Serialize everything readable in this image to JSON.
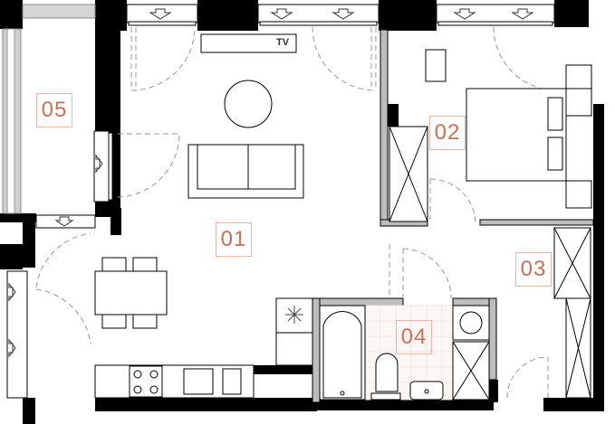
{
  "plan": {
    "rooms": [
      {
        "id": "01",
        "label": "01"
      },
      {
        "id": "02",
        "label": "02"
      },
      {
        "id": "03",
        "label": "03"
      },
      {
        "id": "04",
        "label": "04"
      },
      {
        "id": "05",
        "label": "05"
      }
    ],
    "tv_label": "TV",
    "colors": {
      "wall": "#000000",
      "label": "#c8705a",
      "label_border": "#e8b5a8",
      "partition": "#bdbdbd"
    }
  }
}
